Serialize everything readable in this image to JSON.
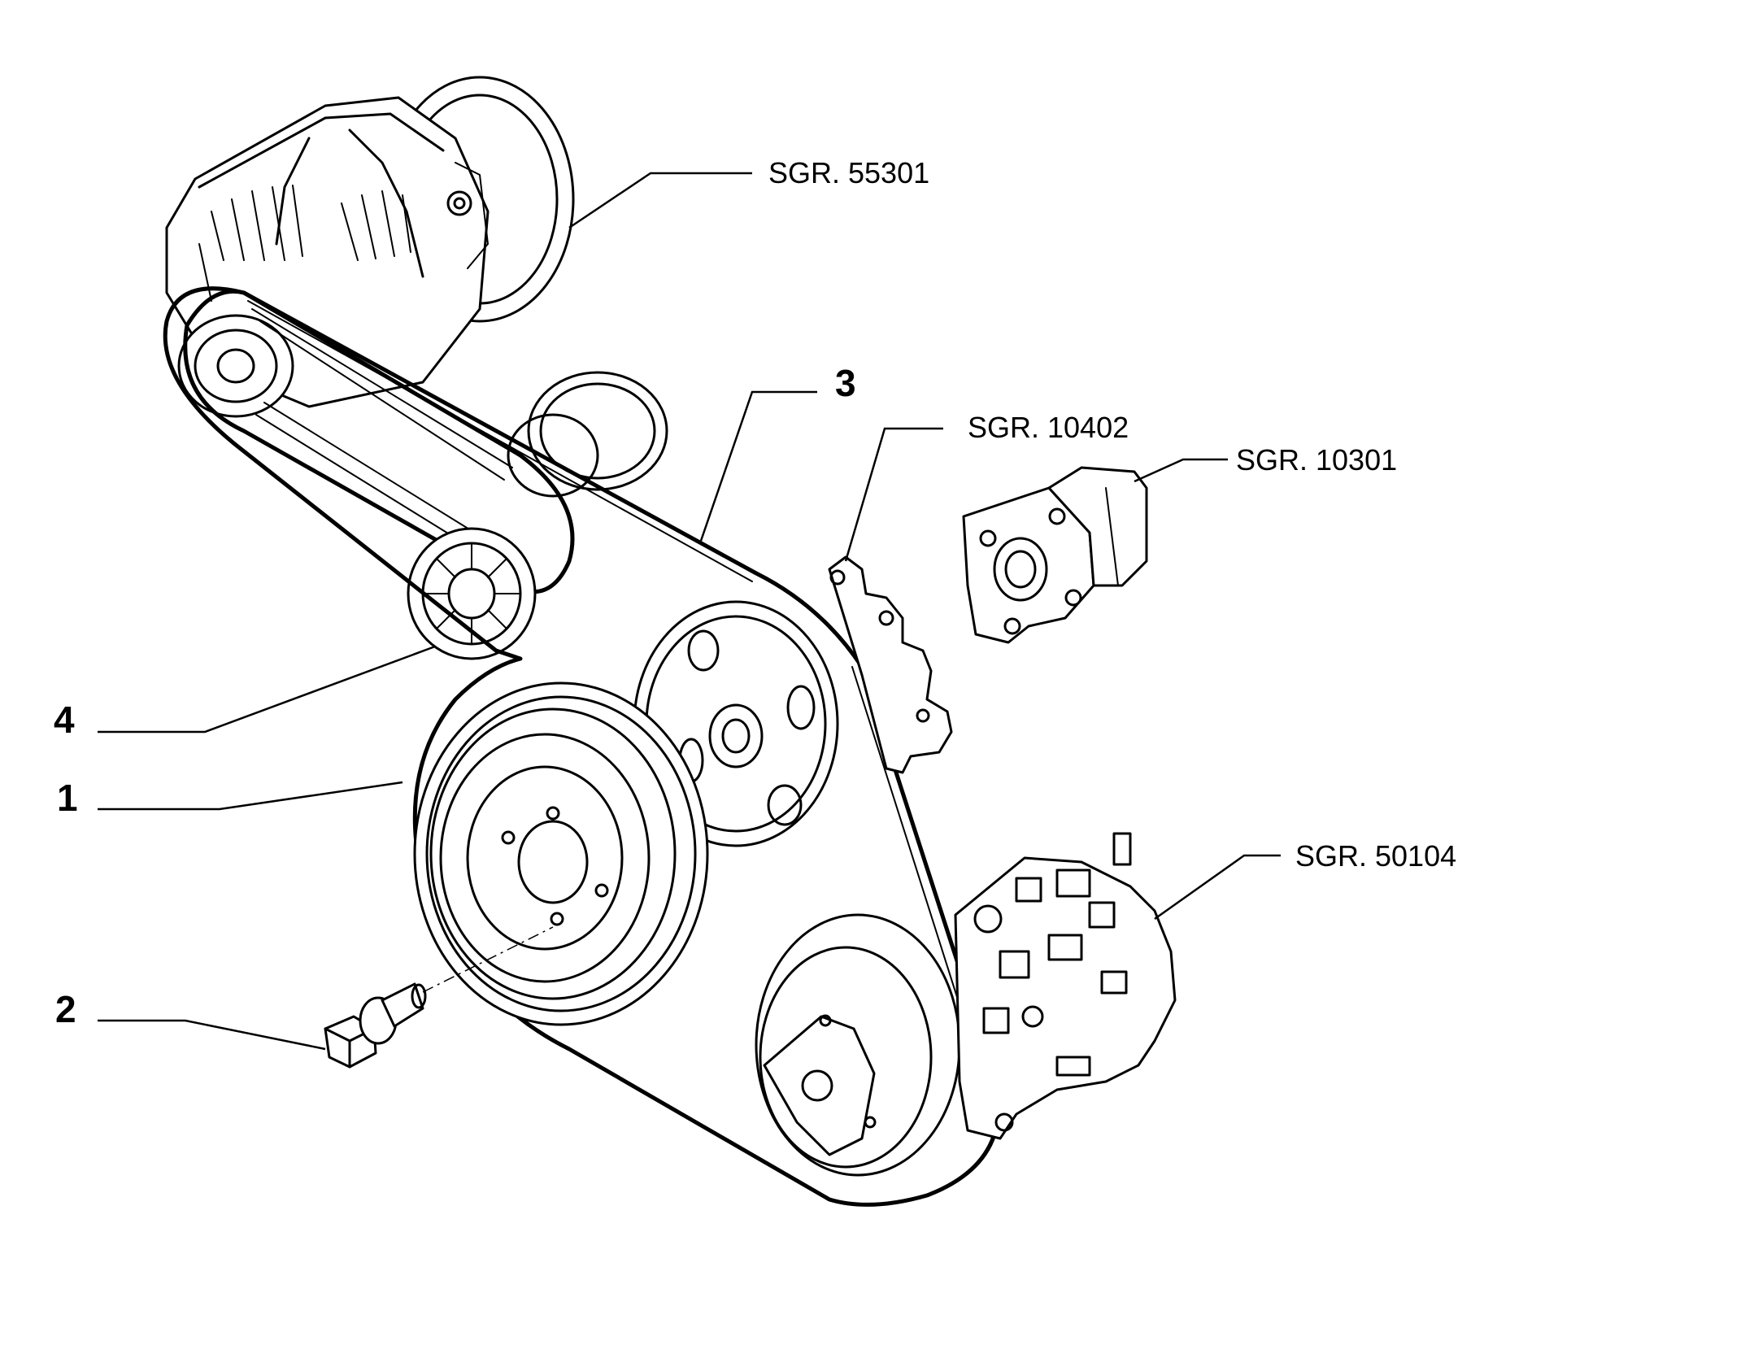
{
  "callouts": {
    "sgr_55301": "SGR. 55301",
    "sgr_10402": "SGR. 10402",
    "sgr_10301": "SGR. 10301",
    "sgr_50104": "SGR. 50104",
    "part_1": "1",
    "part_2": "2",
    "part_3": "3",
    "part_4": "4"
  }
}
